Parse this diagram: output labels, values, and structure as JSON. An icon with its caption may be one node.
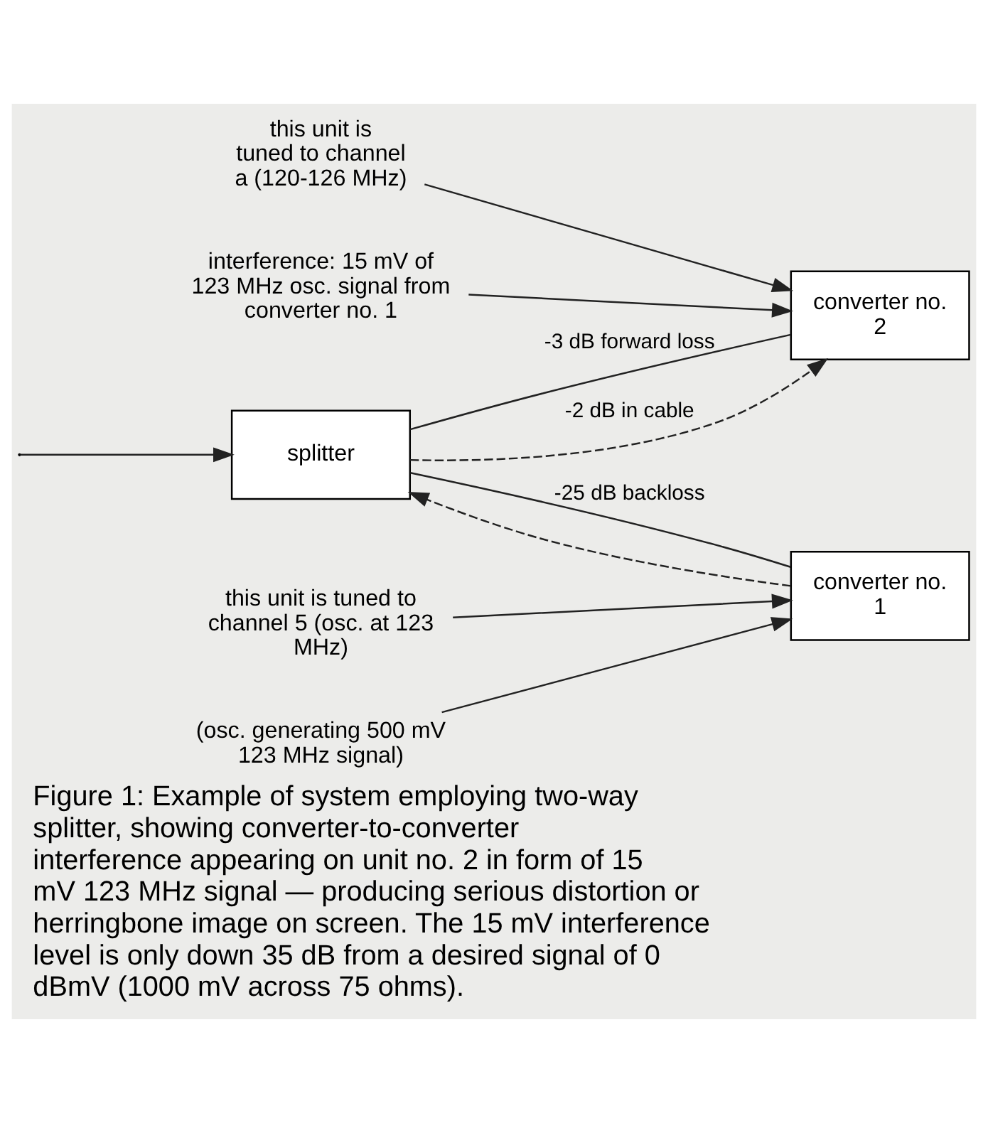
{
  "diagram": {
    "caption": "Figure 1: Example of system employing two-way splitter, showing converter-to-converter interference appearing on unit no. 2 in form of 15 mV 123 MHz signal — producing serious distortion or herringbone image on screen. The 15 mV interference level is only down 35 dB from a desired signal of 0 dBmV (1000 mV across 75 ohms).",
    "nodes": [
      {
        "text": [
          "splitter"
        ]
      },
      {
        "text": [
          "converter no. 2"
        ]
      },
      {
        "text": [
          "converter no. 1"
        ]
      },
      {
        "text": [
          "this unit is tuned to channel a (120-126 MHz)"
        ]
      },
      {
        "text": [
          "interference: 15 mV of 123 MHz osc. signal from converter no. 1"
        ]
      },
      {
        "text": [
          "this unit is tuned to channel 5 (osc. at 123 MHz)"
        ]
      },
      {
        "text": [
          "(osc. generating 500 mV 123 MHz signal)"
        ]
      }
    ],
    "edges": [
      {
        "from": null,
        "to": 0,
        "arrow": "to"
      },
      {
        "from": 0,
        "to": 1,
        "arrow": "none",
        "label": "-3 dB forward loss"
      },
      {
        "from": 0,
        "to": 2,
        "arrow": "none",
        "label": "-25 dB backloss"
      },
      {
        "from": 2,
        "to": 0,
        "arrow": "to",
        "style": "dashed"
      },
      {
        "from": 0,
        "to": 1,
        "arrow": "to",
        "style": "dashed",
        "label": "-2 dB in cable"
      },
      {
        "from": 3,
        "to": 1,
        "arrow": "to"
      },
      {
        "from": 4,
        "to": 1,
        "arrow": "to"
      },
      {
        "from": 5,
        "to": 2,
        "arrow": "to"
      },
      {
        "from": 6,
        "to": 2,
        "arrow": "to"
      }
    ]
  }
}
